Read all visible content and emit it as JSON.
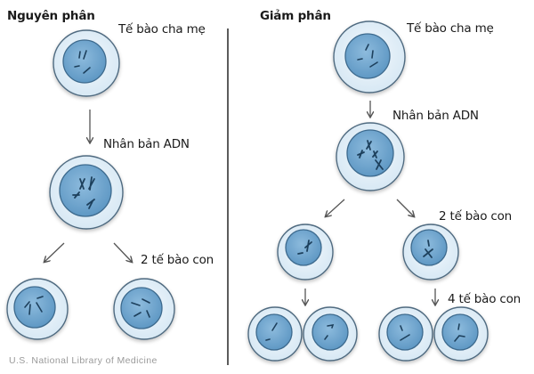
{
  "colors": {
    "outer_fill": "#e4f0f8",
    "outer_stroke": "#4f6b80",
    "nucleus_fill": "#6fa6cf",
    "nucleus_stroke": "#3e6b8e",
    "chromosome": "#1f3f5c",
    "arrow": "#555555",
    "divider": "#333333"
  },
  "mitosis": {
    "title": "Nguyên phân",
    "parent_label": "Tế bào cha mẹ",
    "replication_label": "Nhân bản ADN",
    "daughters_label": "2 tế bào con"
  },
  "meiosis": {
    "title": "Giảm phân",
    "parent_label": "Tế bào cha mẹ",
    "replication_label": "Nhân bản ADN",
    "first_division_label": "2 tế bào con",
    "second_division_label": "4 tế bào con"
  },
  "credit": "U.S. National Library of Medicine"
}
